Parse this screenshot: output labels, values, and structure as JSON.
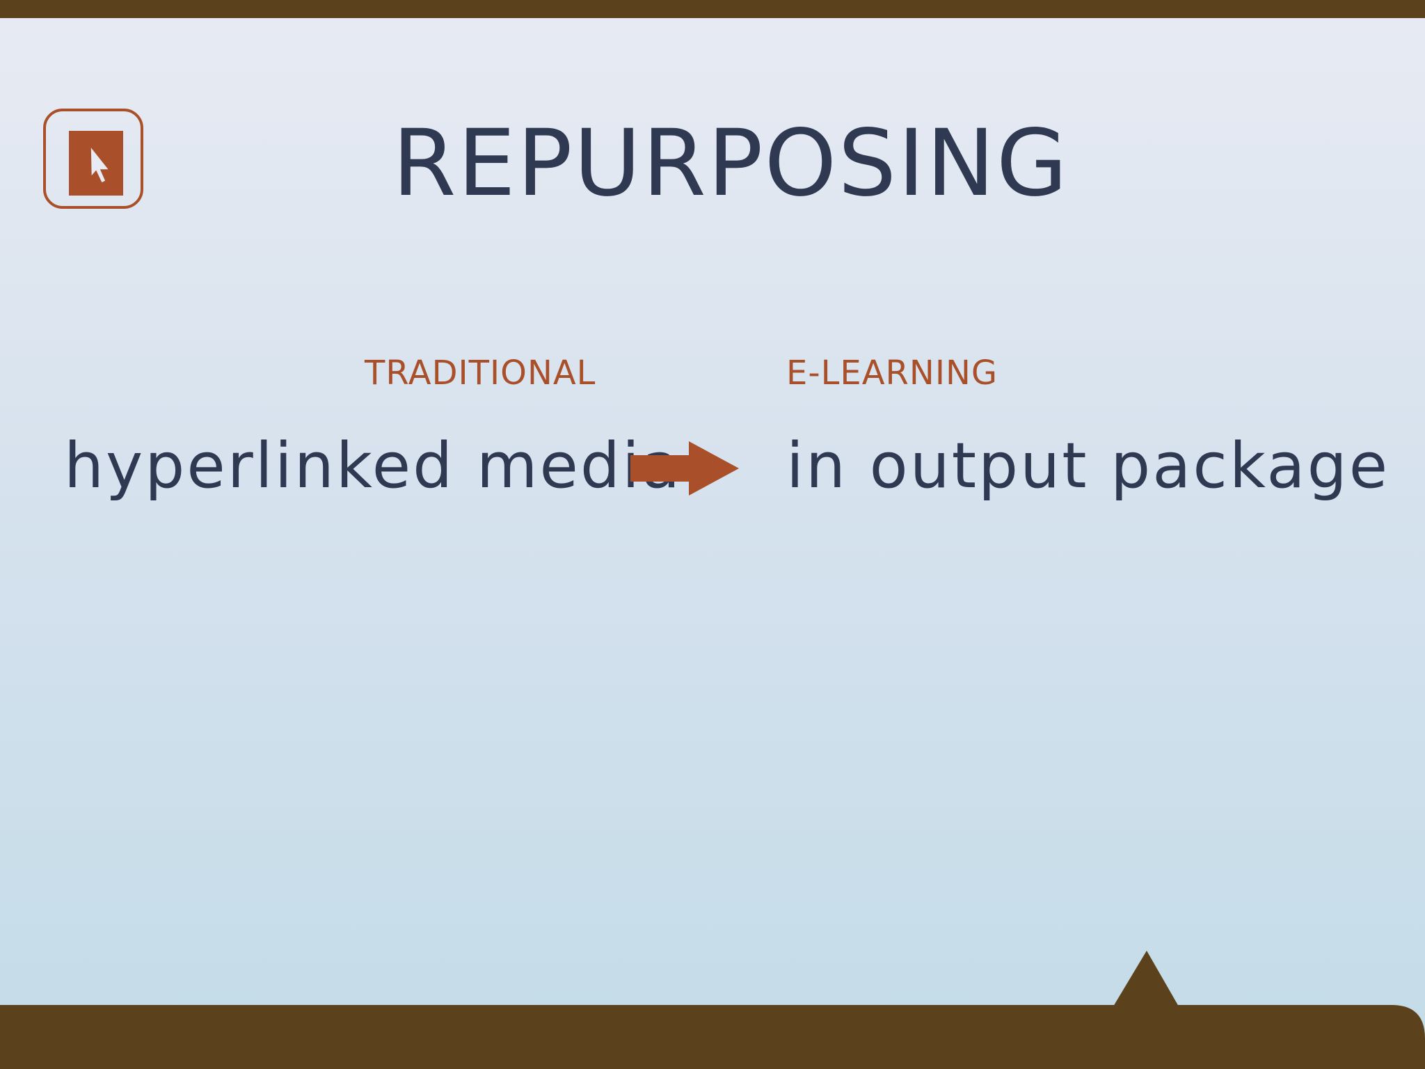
{
  "slide": {
    "title": "REPURPOSING",
    "left_column": {
      "label": "TRADITIONAL",
      "text": "hyperlinked media"
    },
    "right_column": {
      "label": "E-LEARNING",
      "text": "in output package"
    }
  },
  "icons": {
    "logo": "cursor-icon",
    "connector": "right-arrow-icon"
  },
  "colors": {
    "accent": "#a9502a",
    "text": "#2f3a52",
    "frame": "#5c421c",
    "background_top": "#e8ebf3",
    "background_bottom": "#c3dce8"
  }
}
